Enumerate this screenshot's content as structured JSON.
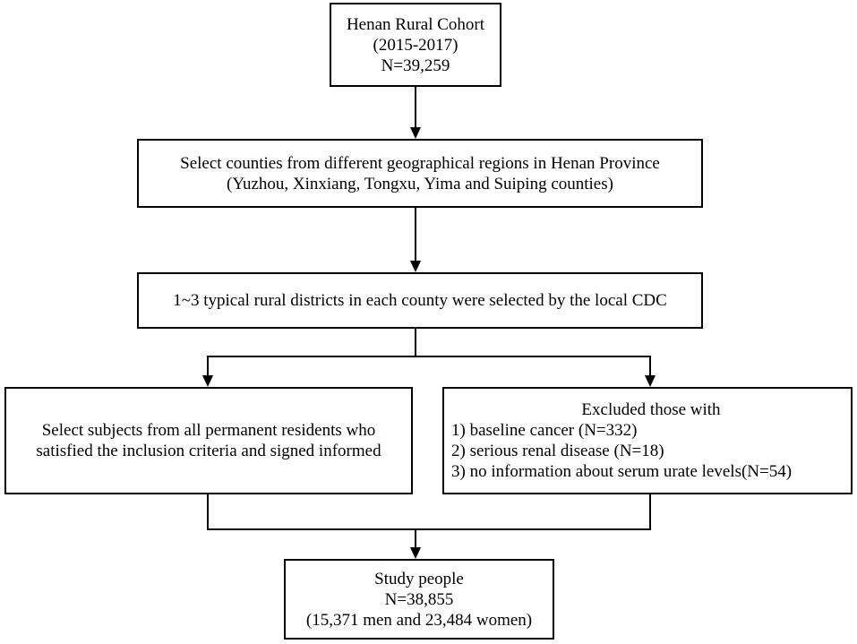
{
  "flowchart": {
    "cohort": {
      "lines": [
        "Henan Rural Cohort",
        "(2015-2017)",
        "N=39,259"
      ]
    },
    "counties": {
      "lines": [
        "Select counties from different geographical regions in Henan Province",
        "(Yuzhou, Xinxiang, Tongxu, Yima and Suiping counties)"
      ]
    },
    "districts": {
      "lines": [
        "1~3 typical rural districts in each county were selected by the local CDC"
      ]
    },
    "select_subjects": {
      "lines": [
        "Select subjects from all permanent residents who",
        "satisfied the inclusion criteria and signed informed"
      ]
    },
    "excluded": {
      "heading": "Excluded those with",
      "items": [
        "1) baseline cancer (N=332)",
        "2) serious renal disease (N=18)",
        "3) no information about serum urate levels(N=54)"
      ]
    },
    "study": {
      "lines": [
        "Study people",
        "N=38,855",
        "(15,371 men and 23,484 women)"
      ]
    }
  },
  "colors": {
    "line": "#000000",
    "box_border": "#000000",
    "background": "#ffffff"
  }
}
